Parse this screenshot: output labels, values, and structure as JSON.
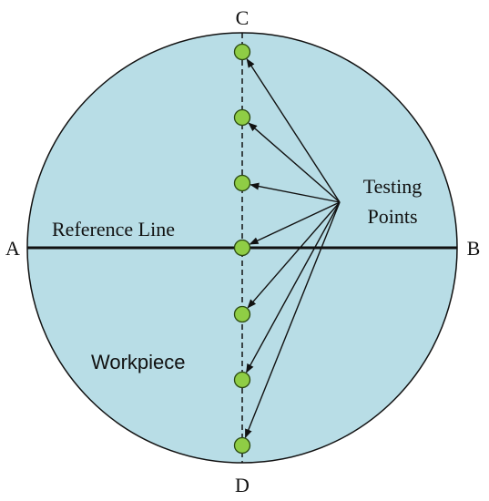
{
  "labels": {
    "point_a": "A",
    "point_b": "B",
    "point_c": "C",
    "point_d": "D",
    "reference_line": "Reference Line",
    "testing_points_line1": "Testing",
    "testing_points_line2": "Points",
    "workpiece": "Workpiece"
  },
  "colors": {
    "workpiece_fill": "#b8dde6",
    "outline": "#111111",
    "testing_point_fill": "#8fcd45",
    "testing_point_stroke": "#2b4a12"
  },
  "testing_points_count": 7
}
